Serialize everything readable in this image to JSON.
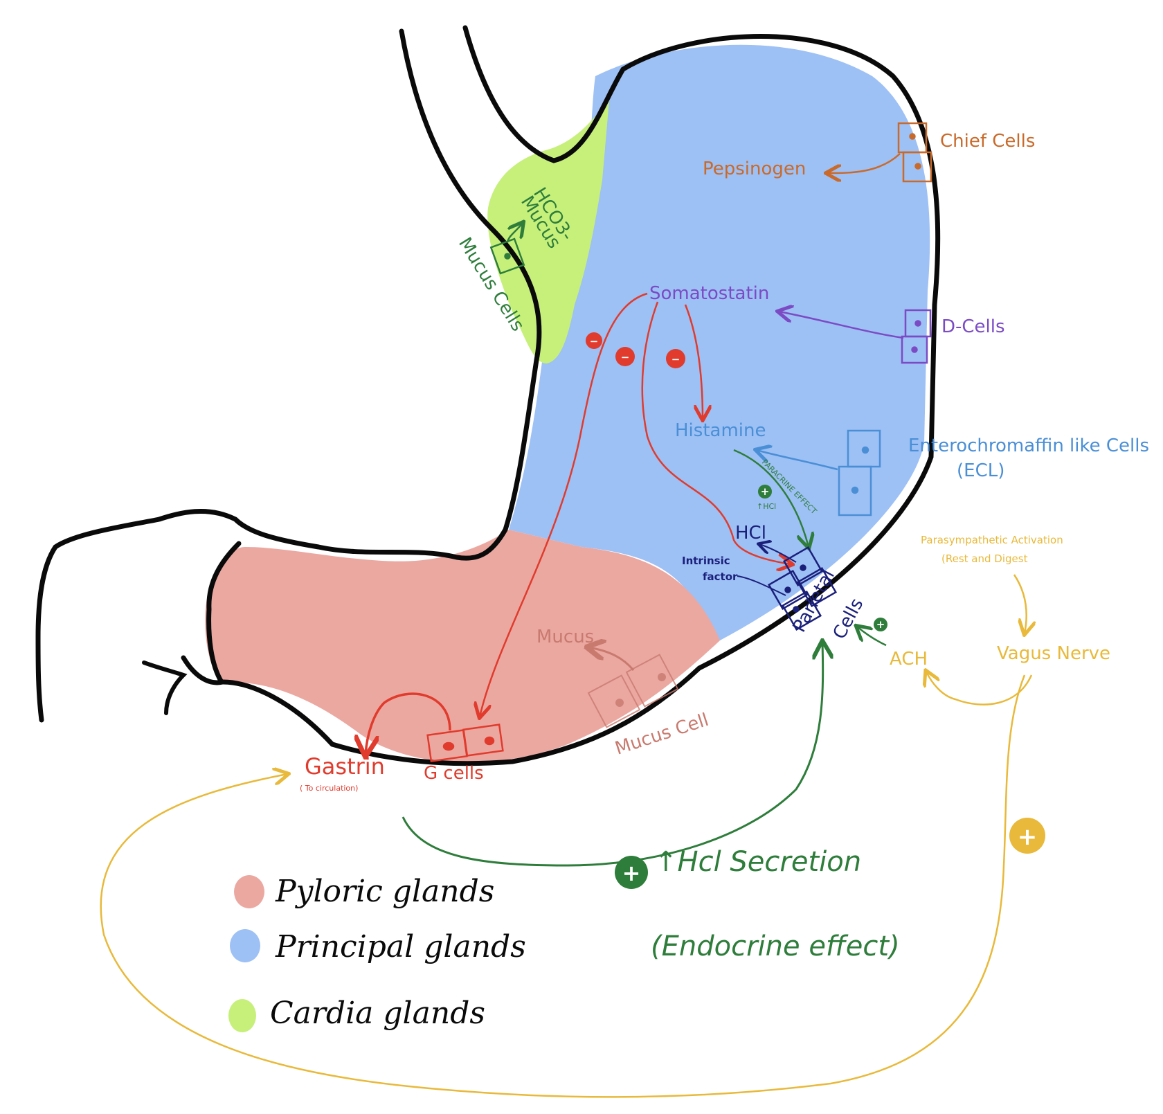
{
  "colors": {
    "principal": "#9dc0f5",
    "pyloric": "#eba8a1",
    "cardia": "#c6f07a",
    "outline": "#0a0a0a",
    "chief": "#c96a2a",
    "dcell": "#7b4bc4",
    "ecl": "#4a8fd6",
    "parietal": "#1a1f7a",
    "gcell": "#e03b2c",
    "mucus": "#c97a6e",
    "mucusCells": "#2e7d3b",
    "endocrine": "#2e7d3b",
    "vagus": "#e8b93a"
  },
  "labels": {
    "chief_cells": "Chief Cells",
    "pepsinogen": "Pepsinogen",
    "hco3_mucus_line1": "HCO3-",
    "hco3_mucus_line2": "Mucus",
    "mucus_cells": "Mucus Cells",
    "somatostatin": "Somatostatin",
    "d_cells": "D-Cells",
    "histamine": "Histamine",
    "ecl_line1": "Enterochromaffin like Cells",
    "ecl_line2": "(ECL)",
    "paracrine_effect": "PARACRINE EFFECT",
    "plus_hcl_small": "↑HCl",
    "hcl": "HCl",
    "intrinsic_line1": "Intrinsic",
    "intrinsic_line2": "factor",
    "parietal_line1": "Parietal",
    "parietal_line2": "Cells",
    "parasym_line1": "Parasympathetic Activation",
    "parasym_line2": "(Rest and Digest",
    "vagus_nerve": "Vagus Nerve",
    "ach": "ACH",
    "mucus": "Mucus",
    "mucus_cell": "Mucus Cell",
    "gastrin": "Gastrin",
    "to_circulation": "( To circulation)",
    "g_cells": "G cells",
    "hcl_secretion": "↑Hcl Secretion",
    "endocrine_effect": "(Endocrine effect)"
  },
  "legend": [
    {
      "label": "Pyloric glands",
      "color": "#eba8a1"
    },
    {
      "label": "Principal glands",
      "color": "#9dc0f5"
    },
    {
      "label": "Cardia glands",
      "color": "#c6f07a"
    }
  ],
  "symbols": {
    "minus": "−",
    "plus": "+"
  }
}
